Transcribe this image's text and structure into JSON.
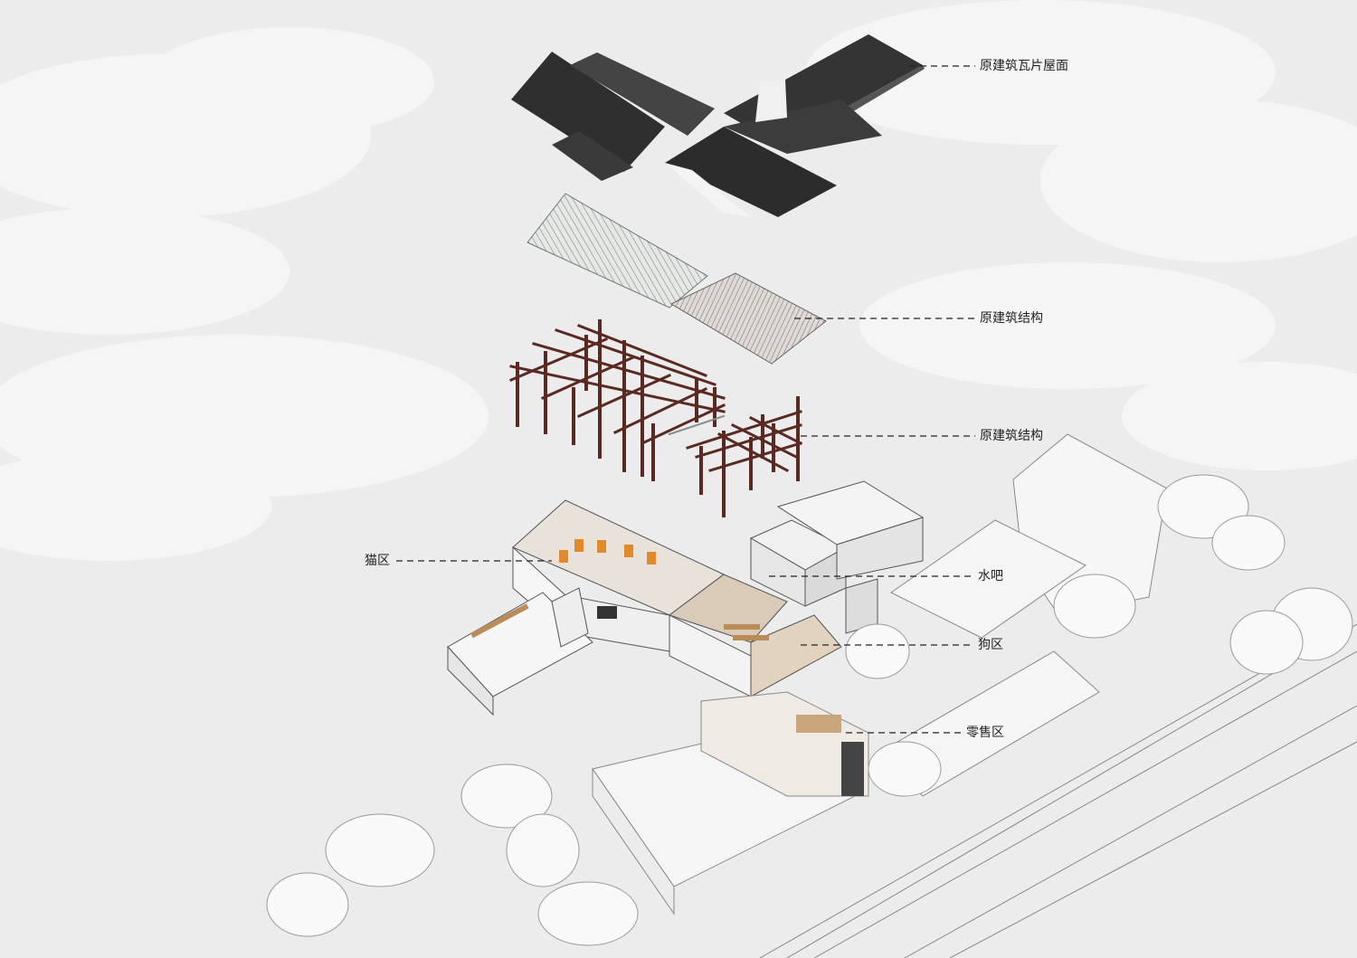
{
  "labels": {
    "roof_tiles": "原建筑瓦片屋面",
    "structure_upper": "原建筑结构",
    "structure_lower": "原建筑结构",
    "cat_area": "猫区",
    "water_bar": "水吧",
    "dog_area": "狗区",
    "retail_area": "零售区"
  },
  "colors": {
    "background": "#ececec",
    "roof_dark": "#3a3a3a",
    "timber_frame": "#5a2a22",
    "interior_orange": "#e08a2c",
    "interior_wood": "#b98c5a",
    "line": "#222222"
  }
}
